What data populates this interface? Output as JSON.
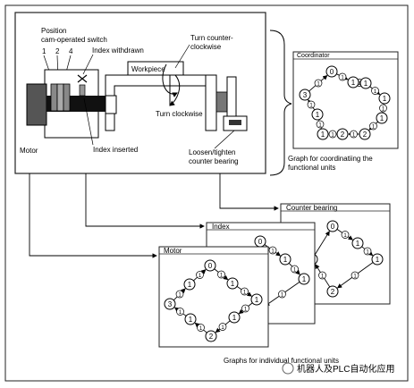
{
  "machine": {
    "position_switch_line1": "Position",
    "position_switch_line2": "cam-operated switch",
    "switch_numbers": [
      "1",
      "2",
      "4"
    ],
    "index_withdrawn": "Index withdrawn",
    "index_inserted": "Index inserted",
    "workpiece": "Workpiece",
    "turn_counter_line1": "Turn counter-",
    "turn_counter_line2": "clockwise",
    "turn_clockwise": "Turn clockwise",
    "counter_bearing_line1": "Loosen/tighten",
    "counter_bearing_line2": "counter bearing",
    "motor": "Motor"
  },
  "coordinator_panel": {
    "title": "Coordinator",
    "caption_line1": "Graph for coordinatiing the",
    "caption_line2": "functional units",
    "nodes": [
      "0",
      "1",
      "1",
      "1",
      "1",
      "2",
      "2",
      "1",
      "1",
      "3"
    ],
    "edges": [
      "1",
      "1",
      "1",
      "1",
      "1",
      "1",
      "1",
      "1",
      "1",
      "1"
    ]
  },
  "unit_panels": {
    "counter_bearing": {
      "title": "Counter bearing"
    },
    "index": {
      "title": "Index"
    },
    "motor": {
      "title": "Motor"
    },
    "motor_nodes": [
      "0",
      "1",
      "1",
      "2",
      "3"
    ],
    "motor_edges": [
      "1",
      "1",
      "1",
      "1",
      "1",
      "1",
      "1",
      "1"
    ],
    "back_nodes": [
      "0",
      "1",
      "1",
      "2",
      "1"
    ],
    "back_edges": [
      "1",
      "1",
      "1",
      "1"
    ],
    "caption": "Graphs for individual functional units"
  },
  "watermark": "机器人及PLC自动化应用"
}
